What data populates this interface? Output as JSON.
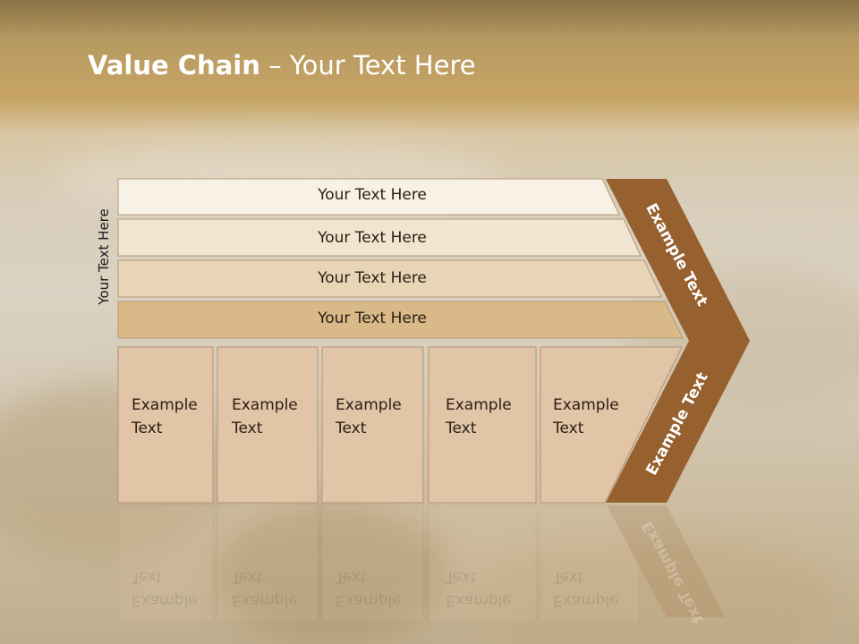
{
  "title": {
    "bold": "Value Chain",
    "rest": " – Your Text Here"
  },
  "y_label": "Your Text Here",
  "rows": [
    "Your Text Here",
    "Your Text Here",
    "Your Text Here",
    "Your Text Here"
  ],
  "boxes": [
    {
      "line1": "Example",
      "line2": "Text"
    },
    {
      "line1": "Example",
      "line2": "Text"
    },
    {
      "line1": "Example",
      "line2": "Text"
    },
    {
      "line1": "Example",
      "line2": "Text"
    },
    {
      "line1": "Example",
      "line2": "Text"
    }
  ],
  "chevron": {
    "top": "Example Text",
    "bottom": "Example Text"
  },
  "colors": {
    "row_fills": [
      "#f7f1e6",
      "#f1e5d0",
      "#e7d5b5",
      "#d9b987"
    ],
    "row_stroke": "#b59a78",
    "box_fill": "#e2c4a6",
    "box_stroke": "#b39478",
    "chevron": "#96602f"
  }
}
